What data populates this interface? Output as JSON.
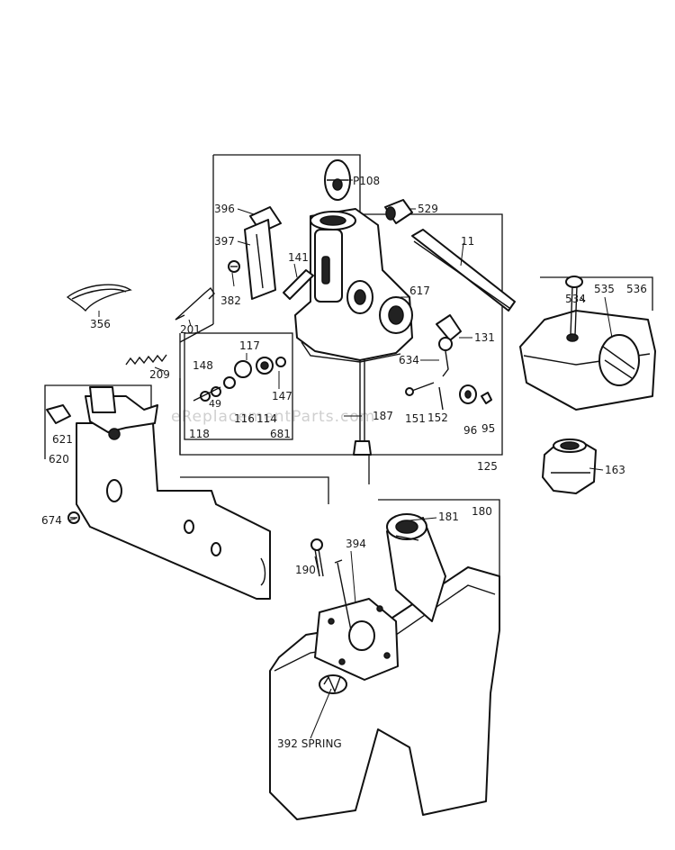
{
  "watermark": "eReplacementParts.com",
  "labels": {
    "p108": "P108",
    "p529": "529",
    "p396": "396",
    "p397": "397",
    "p11": "11",
    "p141": "141",
    "p382": "382",
    "p617": "617",
    "p356": "356",
    "p201": "201",
    "p131": "131",
    "p534": "534",
    "p535": "535",
    "p536": "536",
    "p117": "117",
    "p148": "148",
    "p209": "209",
    "p634": "634",
    "p147": "147",
    "p49": "49",
    "p116": "116",
    "p114": "114",
    "p118": "118",
    "p681": "681",
    "p187": "187",
    "p151": "151",
    "p152": "152",
    "p96": "96",
    "p95": "95",
    "p621": "621",
    "p620": "620",
    "p125": "125",
    "p163": "163",
    "p674": "674",
    "p181": "181",
    "p180": "180",
    "p394": "394",
    "p190": "190",
    "p392": "392 SPRING"
  }
}
